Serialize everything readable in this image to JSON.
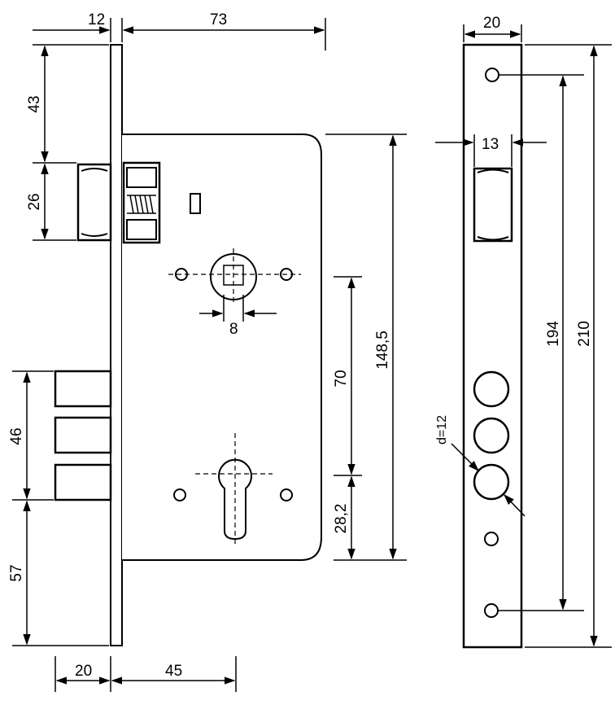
{
  "dimensions": {
    "top_faceplate_thickness": "12",
    "top_body_depth": "73",
    "latch_offset_top": "43",
    "latch_height": "26",
    "spindle_size": "8",
    "spindle_to_cylinder": "70",
    "body_height": "148,5",
    "cylinder_to_bottom": "28,2",
    "bolt_span": "46",
    "bolt_to_bottom": "57",
    "bottom_faceplate": "20",
    "backset": "45",
    "faceplate_width": "20",
    "faceplate_hole_width": "13",
    "hole_pitch": "194",
    "faceplate_length": "210",
    "bolt_hole_diameter": "d=12"
  },
  "colors": {
    "line": "#000000",
    "fill": "#ffffff"
  }
}
